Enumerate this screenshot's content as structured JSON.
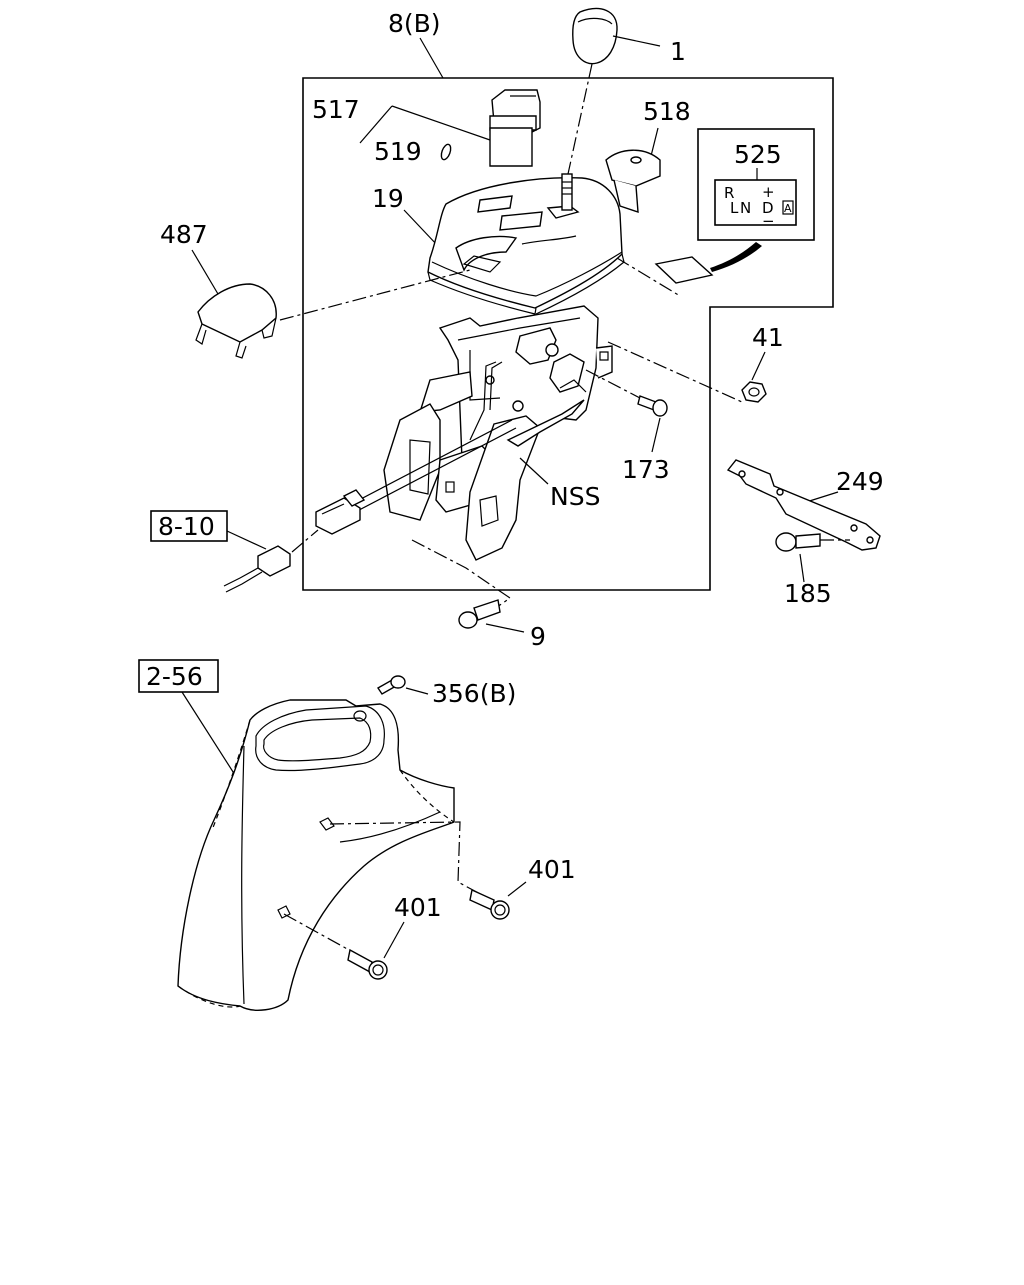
{
  "labels": {
    "assembly_8b": "8(B)",
    "knob_1": "1",
    "switch_517": "517",
    "switch_519": "519",
    "cover_518": "518",
    "indicator_525": "525",
    "console_19": "19",
    "cap_487": "487",
    "nut_41": "41",
    "bolt_173": "173",
    "nss": "NSS",
    "ref_8_10": "8-10",
    "bracket_249": "249",
    "bolt_185": "185",
    "bolt_9": "9",
    "ref_2_56": "2-56",
    "screw_356b": "356(B)",
    "bolt_401a": "401",
    "bolt_401b": "401"
  },
  "indicator": {
    "r": "R",
    "l": "L",
    "n": "N",
    "d": "D",
    "plus": "+",
    "minus": "−",
    "a": "A"
  }
}
